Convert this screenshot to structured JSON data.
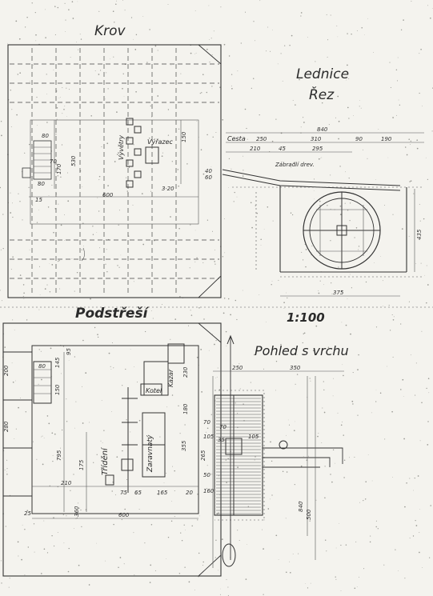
{
  "titles": {
    "krov": "Krov",
    "lednice": "Lednice",
    "rez": "Řez",
    "podstresi": "Podstřeší",
    "scale": "1:100",
    "pohled": "Pohled s vrchu"
  },
  "roof_labels": {
    "vyvetry": "Vývětry",
    "vyrazec": "Výřazec"
  },
  "roof_dims": {
    "d80": "80",
    "d80b": "80",
    "d170": "170",
    "d70": "70",
    "d530": "530",
    "d15": "15",
    "d600": "600",
    "d320": "3·20",
    "d40": "40",
    "d60": "60",
    "d150": "150"
  },
  "section_labels": {
    "cesta": "Cesta",
    "zabradli": "Zábradlí drev."
  },
  "section_dims": {
    "d840": "840",
    "d250": "250",
    "d310": "310",
    "d90": "90",
    "d190": "190",
    "d210": "210",
    "d45": "45",
    "d295": "295",
    "d435": "435",
    "d375": "375"
  },
  "attic_labels": {
    "kotel": "Kotel",
    "kazar": "Kazar",
    "trideni": "Třídění",
    "zaravnaty": "Zaravnatý"
  },
  "attic_dims": {
    "a200": "200",
    "a80": "80",
    "a145": "145",
    "a95": "95",
    "a150": "150",
    "a230": "230",
    "a180": "180",
    "a265": "265",
    "a795": "795",
    "a175": "175",
    "a210": "210",
    "a75": "75",
    "a65": "65",
    "a165": "165",
    "a360": "360",
    "a600": "600",
    "a355": "355",
    "a70": "70",
    "a50": "50",
    "a105": "105",
    "a160": "160",
    "a25": "25",
    "a20": "20",
    "a280": "280"
  },
  "plan_dims": {
    "p250": "250",
    "p350": "350",
    "p840": "840",
    "p500": "500",
    "p70": "70",
    "p35": "35",
    "p105": "105"
  }
}
